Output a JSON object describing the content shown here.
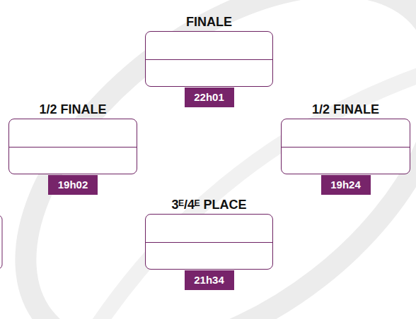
{
  "diagram": {
    "nodes": [
      {
        "text": [
          "FINALE",
          "22h01"
        ]
      },
      {
        "text": [
          "1/2 FINALE",
          "19h02"
        ]
      },
      {
        "text": [
          "1/2 FINALE",
          "19h24"
        ]
      },
      {
        "text": [
          "3ᴱ/4ᴱ PLACE",
          "21h34"
        ]
      }
    ]
  }
}
